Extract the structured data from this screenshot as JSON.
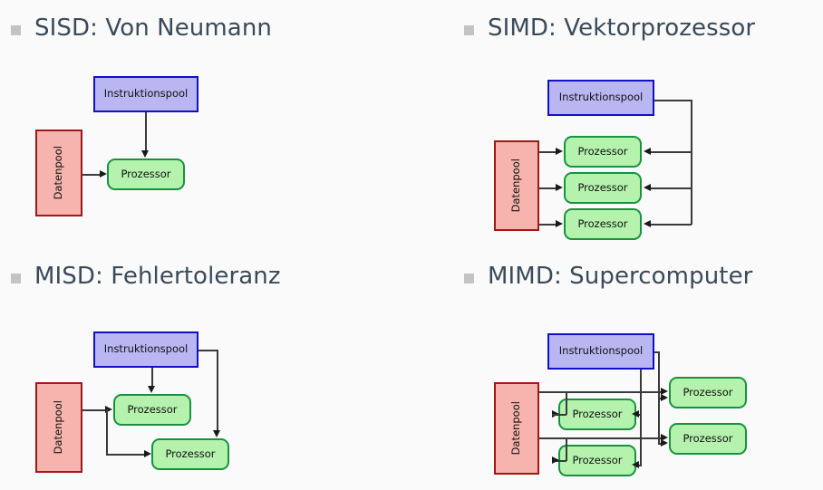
{
  "slide": {
    "background_color": "#fafafa",
    "bullet_color": "#c3c3c3",
    "title_color": "#3b4a5a"
  },
  "palette": {
    "instruction_fill": "#b9b6f2",
    "instruction_border": "#1111c4",
    "data_fill": "#f7b3ad",
    "data_border": "#a01818",
    "processor_fill": "#b5f2ae",
    "processor_border": "#17933f",
    "connector": "#3a3a3a"
  },
  "labels": {
    "instruction_pool": "Instruktionspool",
    "data_pool": "Datenpool",
    "processor": "Prozessor"
  },
  "quadrants": [
    {
      "id": "sisd",
      "title": "SISD: Von Neumann",
      "instruction_pools": 1,
      "data_pools": 1,
      "processors": 1
    },
    {
      "id": "simd",
      "title": "SIMD: Vektorprozessor",
      "instruction_pools": 1,
      "data_pools": 1,
      "processors": 3
    },
    {
      "id": "misd",
      "title": "MISD: Fehlertoleranz",
      "instruction_pools": 1,
      "data_pools": 1,
      "processors": 2
    },
    {
      "id": "mimd",
      "title": "MIMD: Supercomputer",
      "instruction_pools": 1,
      "data_pools": 1,
      "processors": 4
    }
  ]
}
